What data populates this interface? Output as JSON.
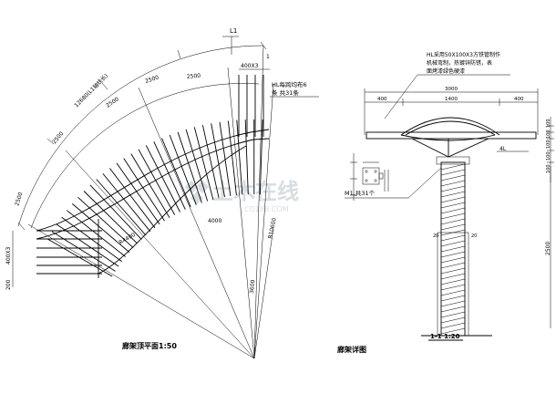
{
  "plan": {
    "title": "廊架顶平面1:50",
    "dim_arc_total": "12680(L1轴线长)",
    "dim_arc_segments": [
      "2500",
      "2500",
      "2500",
      "2500",
      "2500"
    ],
    "dim_top_end": "400X3",
    "dim_left_end": "400X3",
    "dim_left_small": "200",
    "dim_top_small": "1",
    "label_axis": "L1",
    "radius_outer": "R10600",
    "radius_inner": "R4400",
    "dim_horizontal": "4000",
    "dim_vertical": "3600",
    "beam_note_line1": "HL每跨均布6",
    "beam_note_line2": "条 共31条"
  },
  "detail": {
    "title": "廊架详图",
    "section_title": "1-1  1:20",
    "note_line1": "HL采用50X100X3方铁管制作",
    "note_line2": "机械弯制，热镀锌防锈，表",
    "note_line3": "面烤漆绿色硬漆",
    "dim_total": "3000",
    "dim_left": "400",
    "dim_mid": "1400",
    "dim_right": "400",
    "label_m1": "M1,共31个",
    "label_right_top": "4L",
    "dim_height": "2500",
    "right_dims": [
      "100",
      "100",
      "100",
      "100",
      "100"
    ],
    "bottom_dims": [
      "20",
      "20"
    ]
  },
  "watermark": {
    "brand": "土木在线",
    "url": "CO188.COM"
  }
}
